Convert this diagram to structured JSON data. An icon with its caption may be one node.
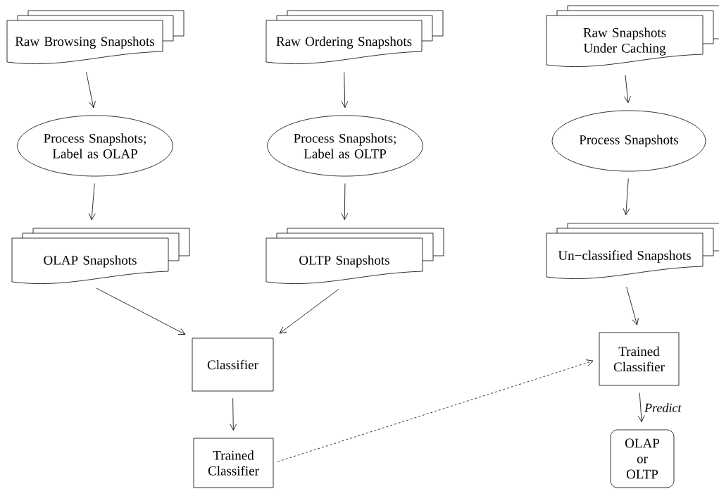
{
  "diagram": {
    "nodes": [
      {
        "text": [
          "Raw Browsing Snapshots"
        ]
      },
      {
        "text": [
          "Raw Ordering Snapshots"
        ]
      },
      {
        "text": [
          "Raw Snapshots Under Caching"
        ]
      },
      {
        "text": [
          "Process Snapshots; Label as OLAP"
        ]
      },
      {
        "text": [
          "Process Snapshots; Label as OLTP"
        ]
      },
      {
        "text": [
          "Process Snapshots"
        ]
      },
      {
        "text": [
          "OLAP Snapshots"
        ]
      },
      {
        "text": [
          "OLTP Snapshots"
        ]
      },
      {
        "text": [
          "Un−classified Snapshots"
        ]
      },
      {
        "text": [
          "Classifier"
        ]
      },
      {
        "text": [
          "Trained Classifier"
        ]
      },
      {
        "text": [
          "Trained Classifier"
        ]
      },
      {
        "text": [
          "OLAP or OLTP"
        ]
      }
    ],
    "edges": [
      {
        "from": 0,
        "to": 3,
        "arrow": "to"
      },
      {
        "from": 3,
        "to": 6,
        "arrow": "to"
      },
      {
        "from": 1,
        "to": 4,
        "arrow": "to"
      },
      {
        "from": 4,
        "to": 7,
        "arrow": "to"
      },
      {
        "from": 2,
        "to": 5,
        "arrow": "to"
      },
      {
        "from": 5,
        "to": 8,
        "arrow": "to"
      },
      {
        "from": 6,
        "to": 9,
        "arrow": "to"
      },
      {
        "from": 7,
        "to": 9,
        "arrow": "to"
      },
      {
        "from": 9,
        "to": 10,
        "arrow": "to"
      },
      {
        "from": 10,
        "to": 11,
        "arrow": "to",
        "style": "dashed"
      },
      {
        "from": 8,
        "to": 11,
        "arrow": "to"
      },
      {
        "from": 11,
        "to": 12,
        "arrow": "to",
        "label": "Predict"
      }
    ]
  }
}
